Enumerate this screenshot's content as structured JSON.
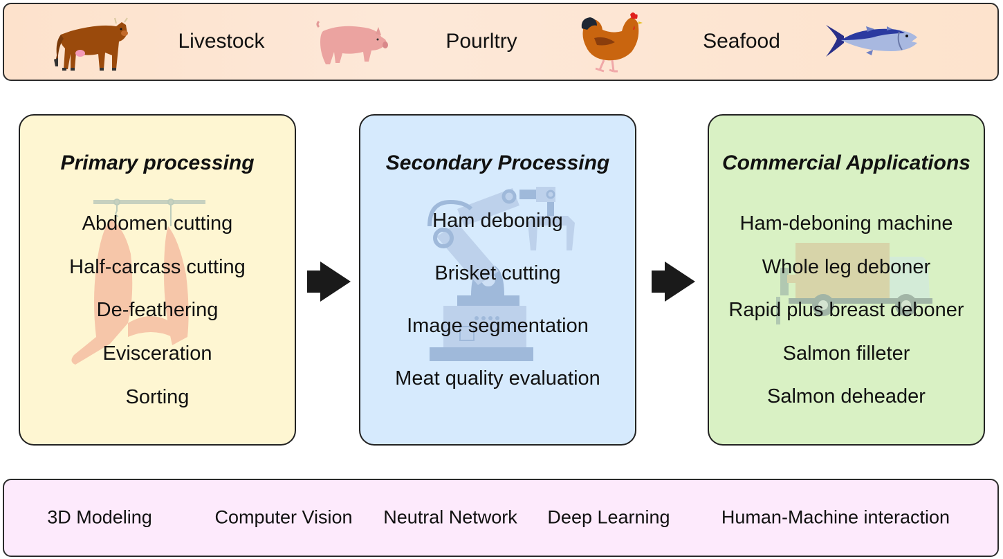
{
  "top_banner": {
    "categories": [
      {
        "label": "Livestock",
        "icon": "cow-icon"
      },
      {
        "label": "Pourltry",
        "icon": "pig-icon"
      },
      {
        "label": "Seafood",
        "icon": "chicken-icon"
      }
    ],
    "trailing_icon": "fish-icon"
  },
  "stages": [
    {
      "title": "Primary processing",
      "background_illustration": "hanging-carcass-icon",
      "items": [
        "Abdomen cutting",
        "Half-carcass cutting",
        "De-feathering",
        "Evisceration",
        "Sorting"
      ],
      "color": "#fef6d2"
    },
    {
      "title": "Secondary Processing",
      "background_illustration": "robot-arm-icon",
      "items": [
        "Ham deboning",
        "Brisket cutting",
        "Image segmentation",
        "Meat quality evaluation"
      ],
      "color": "#d6eafd"
    },
    {
      "title": "Commercial Applications",
      "background_illustration": "delivery-truck-icon",
      "items": [
        "Ham-deboning machine",
        "Whole leg deboner",
        "Rapid plus breast deboner",
        "Salmon filleter",
        "Salmon deheader"
      ],
      "color": "#d9f1c4"
    }
  ],
  "flow_arrows": [
    "arrow-right-icon",
    "arrow-right-icon"
  ],
  "bottom_banner": {
    "technologies": [
      "3D Modeling",
      "Computer Vision",
      "Neutral Network",
      "Deep Learning",
      "Human-Machine interaction"
    ]
  }
}
